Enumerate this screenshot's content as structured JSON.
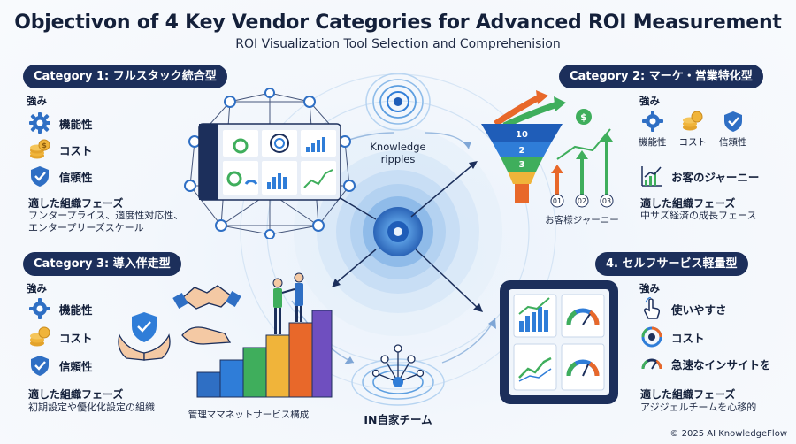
{
  "header": {
    "title": "Objectivon of 4 Key Vendor Categories for Advanced ROI Measurement",
    "subtitle": "ROI Visualization Tool Selection and Comprehenision"
  },
  "center": {
    "knowledge_label": "Knowledge\nripples",
    "team_label": "IN自家チーム"
  },
  "cat1": {
    "label": "Category 1: フルスタック統合型",
    "strengths_label": "強み",
    "items": [
      "機能性",
      "コスト",
      "信頼性"
    ],
    "fit_label": "適した組織フェーズ",
    "fit_desc_1": "フンタープライス、適度性対応性、",
    "fit_desc_2": "エンタープリーズスケール"
  },
  "cat2": {
    "label": "Category 2: マーケ・営業特化型",
    "strengths_label": "強み",
    "items": [
      "機能性",
      "コスト",
      "信頼性"
    ],
    "journey": "お客のジャーニー",
    "fit_label": "適した組織フェーズ",
    "fit_desc": "中サズ経済の成長フェース",
    "funnel_numbers": [
      "10",
      "2",
      "3"
    ],
    "funnel_steps": [
      "01",
      "02",
      "03"
    ],
    "funnel_caption": "お客様ジャーニー"
  },
  "cat3": {
    "label": "Category 3: 導入伴走型",
    "strengths_label": "強み",
    "items": [
      "機能性",
      "コスト",
      "信頼性"
    ],
    "fit_label": "適した組織フェーズ",
    "fit_desc": "初期設定や優化化設定の組織",
    "stairs_caption": "管理ママネットサービス構成"
  },
  "cat4": {
    "label": "4. セルフサービス軽量型",
    "strengths_label": "強み",
    "items": [
      "使いやすさ",
      "コスト",
      "急速なインサイトを"
    ],
    "fit_label": "適した組織フェーズ",
    "fit_desc": "アジジェルチームを心移的"
  },
  "footer": {
    "copyright": "© 2025 AI KnowledgeFlow"
  },
  "colors": {
    "navy": "#1c2f5b",
    "accent_blue": "#2f7dd8",
    "light_blue": "#9cc7ee",
    "gold": "#f0b43a",
    "green": "#3fae5c",
    "orange": "#e8682a"
  }
}
